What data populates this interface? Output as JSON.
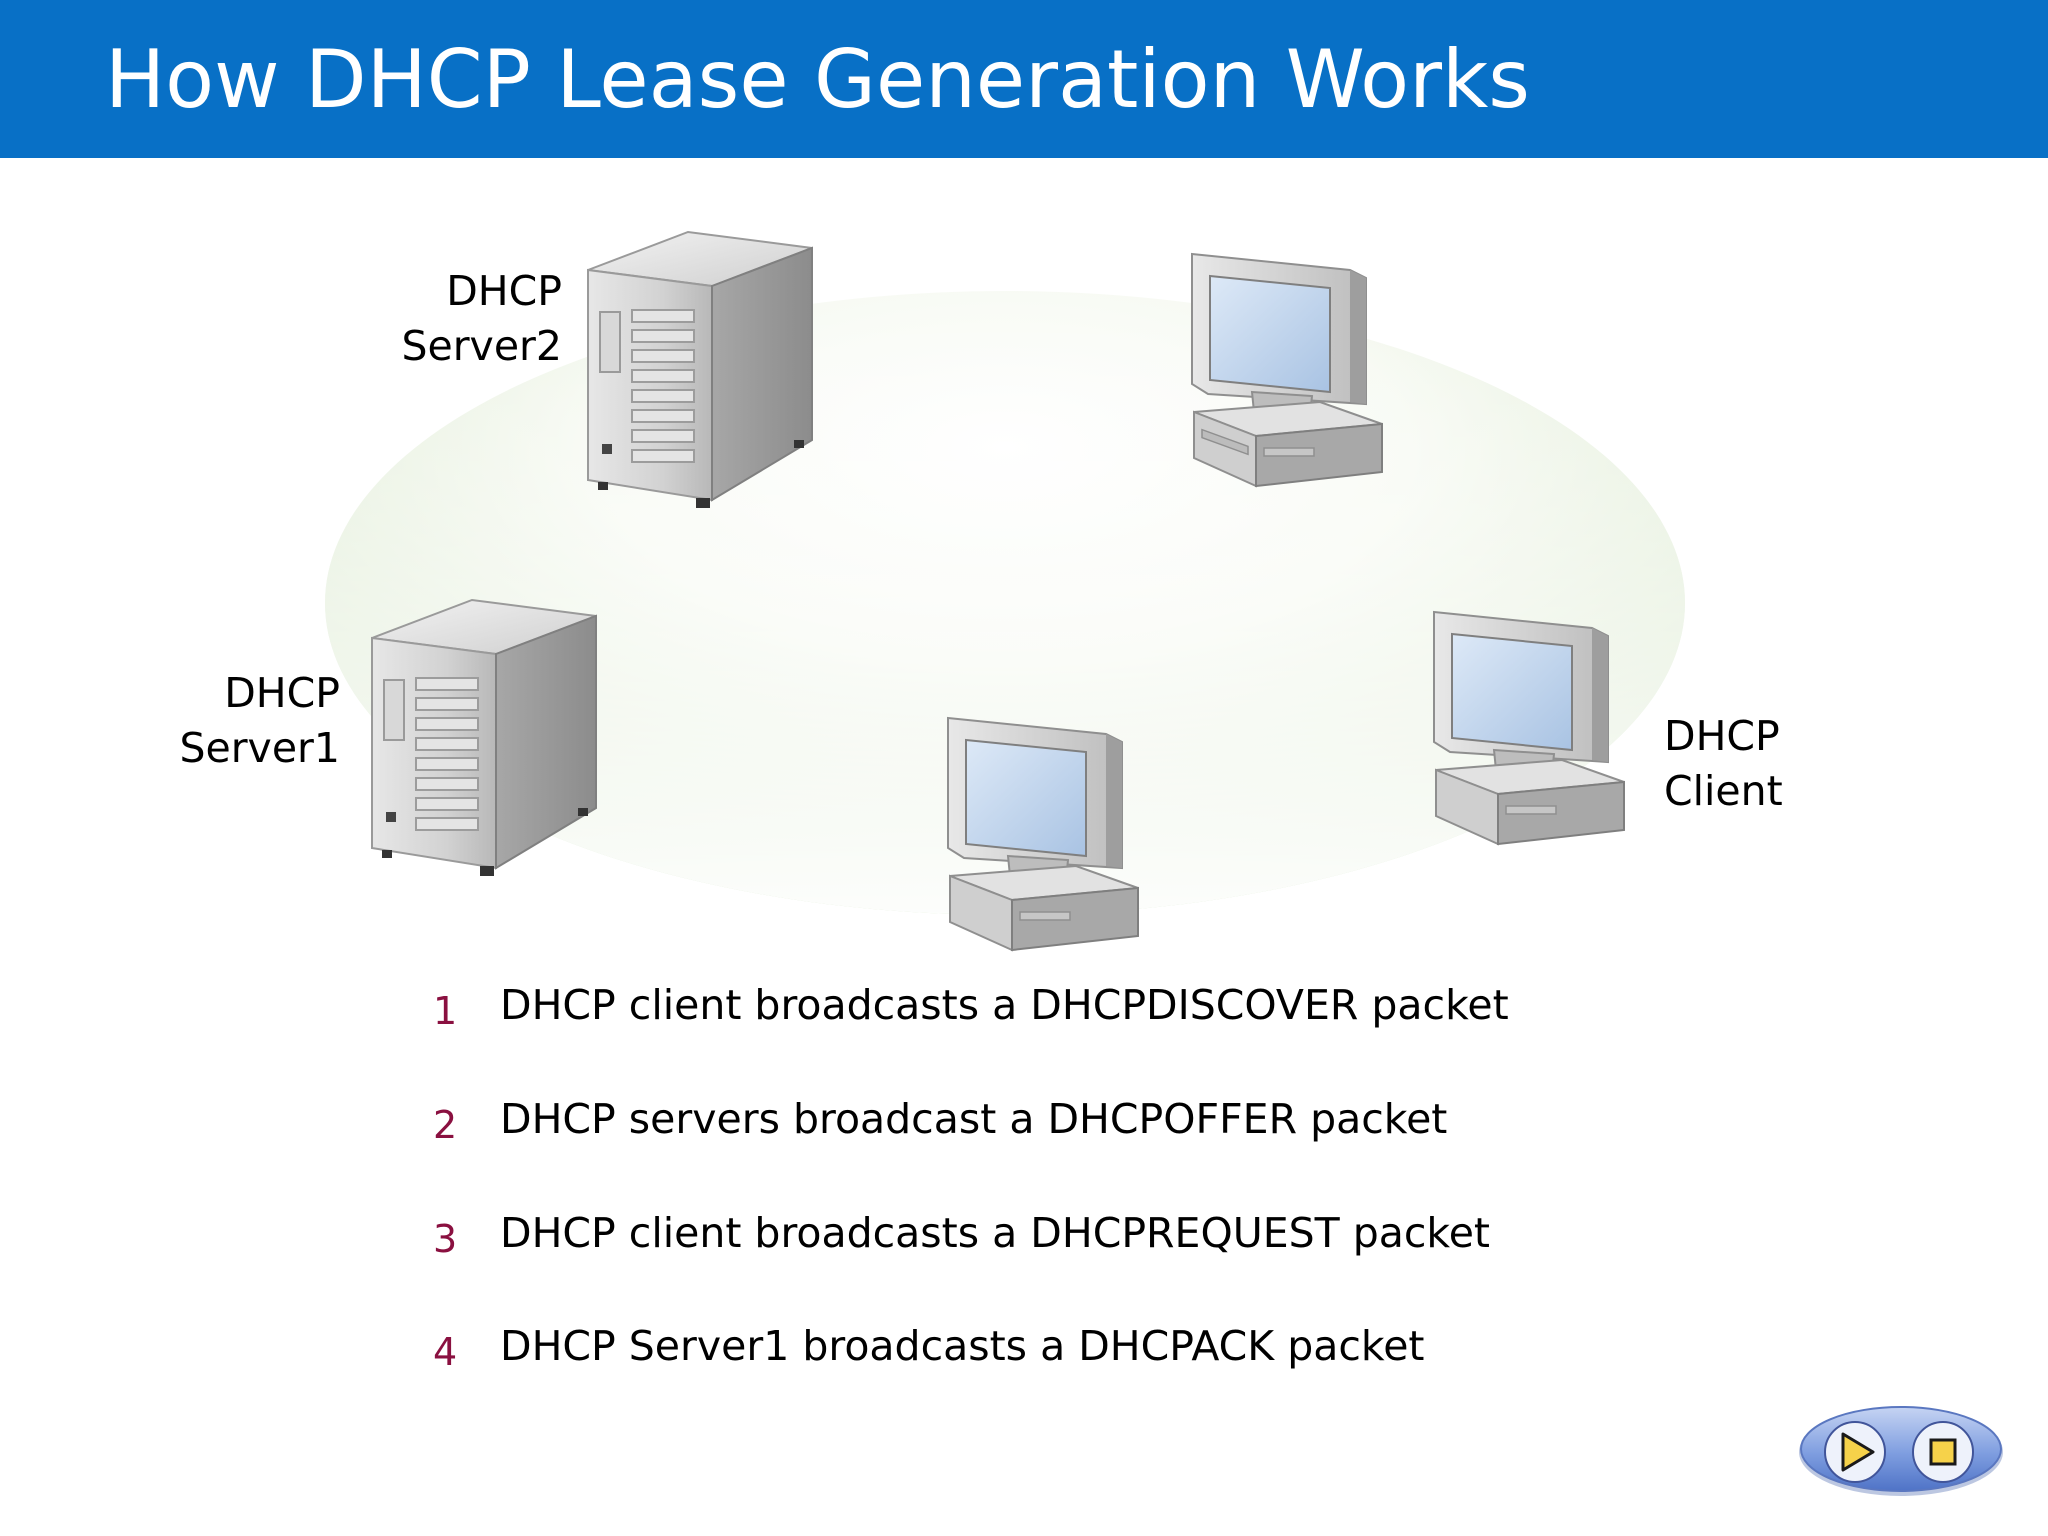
{
  "slide": {
    "title": "How DHCP Lease Generation Works"
  },
  "diagram": {
    "nodes": [
      {
        "id": "server2",
        "type": "server",
        "label": "DHCP\nServer2"
      },
      {
        "id": "server1",
        "type": "server",
        "label": "DHCP\nServer1"
      },
      {
        "id": "computer-top",
        "type": "computer",
        "label": ""
      },
      {
        "id": "computer-bottom",
        "type": "computer",
        "label": ""
      },
      {
        "id": "client",
        "type": "computer",
        "label": "DHCP\nClient"
      }
    ]
  },
  "steps": [
    {
      "number": "1",
      "text": "DHCP client broadcasts a DHCPDISCOVER packet"
    },
    {
      "number": "2",
      "text": "DHCP servers broadcast a DHCPOFFER packet"
    },
    {
      "number": "3",
      "text": "DHCP client broadcasts a DHCPREQUEST packet"
    },
    {
      "number": "4",
      "text": "DHCP Server1 broadcasts a DHCPACK packet"
    }
  ],
  "colors": {
    "title_bar": "#0870c6",
    "title_text": "#ffffff",
    "step_number": "#8a1040",
    "ellipse_tint": "#d6e6c8"
  },
  "controls": {
    "play_icon": "play-icon",
    "stop_icon": "stop-icon"
  }
}
